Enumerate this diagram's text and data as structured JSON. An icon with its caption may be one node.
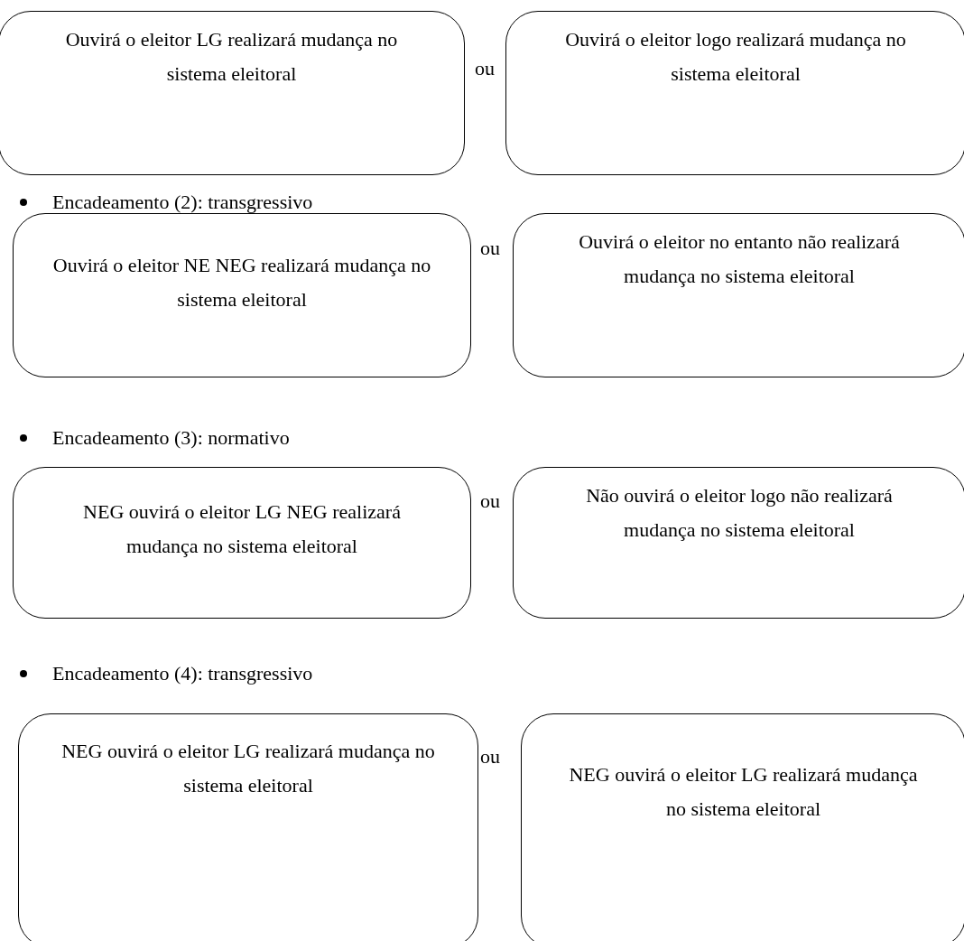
{
  "diagram": {
    "nodes": [
      {
        "text": [
          "Ouvirá o eleitor LG realizará mudança no sistema eleitoral"
        ]
      },
      {
        "text": [
          "Ouvirá o eleitor logo realizará mudança no sistema eleitoral"
        ]
      },
      {
        "text": [
          "Ouvirá o eleitor NE NEG realizará mudança no sistema eleitoral"
        ]
      },
      {
        "text": [
          "Ouvirá o eleitor no entanto não realizará mudança no sistema eleitoral"
        ]
      },
      {
        "text": [
          "NEG ouvirá o eleitor LG NEG realizará mudança no sistema eleitoral"
        ]
      },
      {
        "text": [
          "Não ouvirá o eleitor logo não realizará mudança no sistema eleitoral"
        ]
      },
      {
        "text": [
          "NEG ouvirá o eleitor LG realizará mudança no sistema eleitoral"
        ]
      },
      {
        "text": [
          "NEG ouvirá o eleitor LG realizará mudança no sistema eleitoral"
        ]
      }
    ],
    "labels": [
      "ou",
      "Encadeamento (2): transgressivo",
      "ou",
      "Encadeamento (3): normativo",
      "ou",
      "Encadeamento (4): transgressivo",
      "ou"
    ]
  }
}
